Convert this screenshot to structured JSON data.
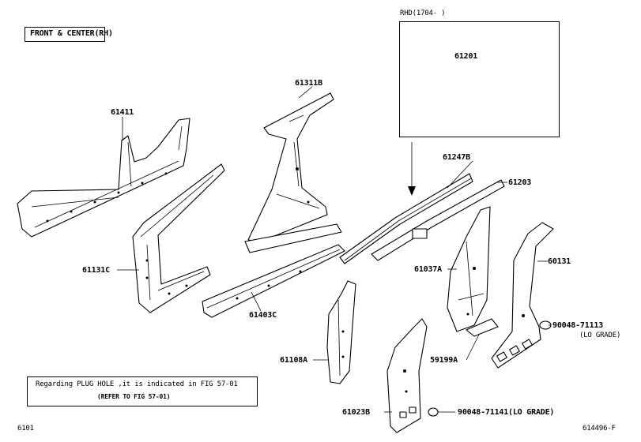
{
  "header": {
    "scope_label": "FRONT & CENTER(RH)"
  },
  "inset": {
    "condition_label": "RHD(1704-    )",
    "part": "61201"
  },
  "parts": {
    "p61411": "61411",
    "p61311b": "61311B",
    "p61131c": "61131C",
    "p61403c": "61403C",
    "p61247b": "61247B",
    "p61203": "61203",
    "p61037a": "61037A",
    "p60131": "60131",
    "p90048_71113": "90048-71113",
    "p90048_71113_note": "(LO GRADE)",
    "p59199a": "59199A",
    "p61108a": "61108A",
    "p61023b": "61023B",
    "p90048_71141": "90048-71141(LO GRADE)"
  },
  "note": {
    "line1": "Regarding PLUG HOLE ,it is indicated in FIG 57-01",
    "line2": "(REFER TO FIG 57-01)"
  },
  "footer": {
    "fig_number": "6101",
    "drawing_id": "614496-F"
  }
}
